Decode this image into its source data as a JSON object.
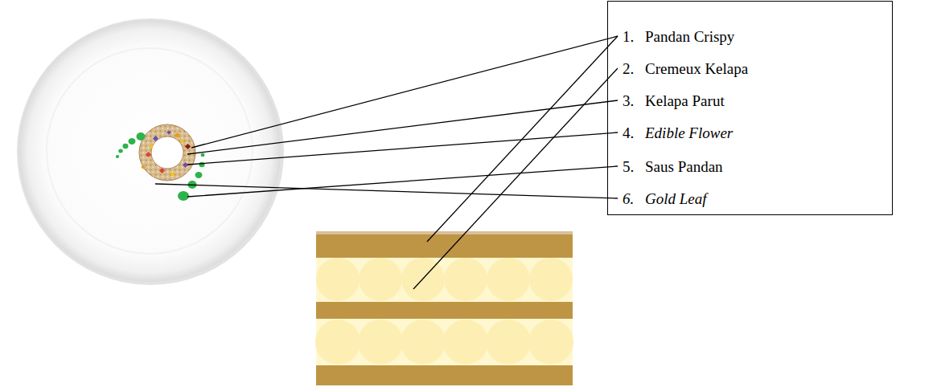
{
  "diagram": {
    "nodes": [
      {
        "text": [
          "1.",
          "Pandan Crispy",
          "2.",
          "Cremeux Kelapa",
          "3.",
          "Kelapa Parut",
          "4.",
          "Edible Flower",
          "5.",
          "Saus Pandan",
          "6.",
          "Gold Leaf"
        ]
      }
    ]
  }
}
